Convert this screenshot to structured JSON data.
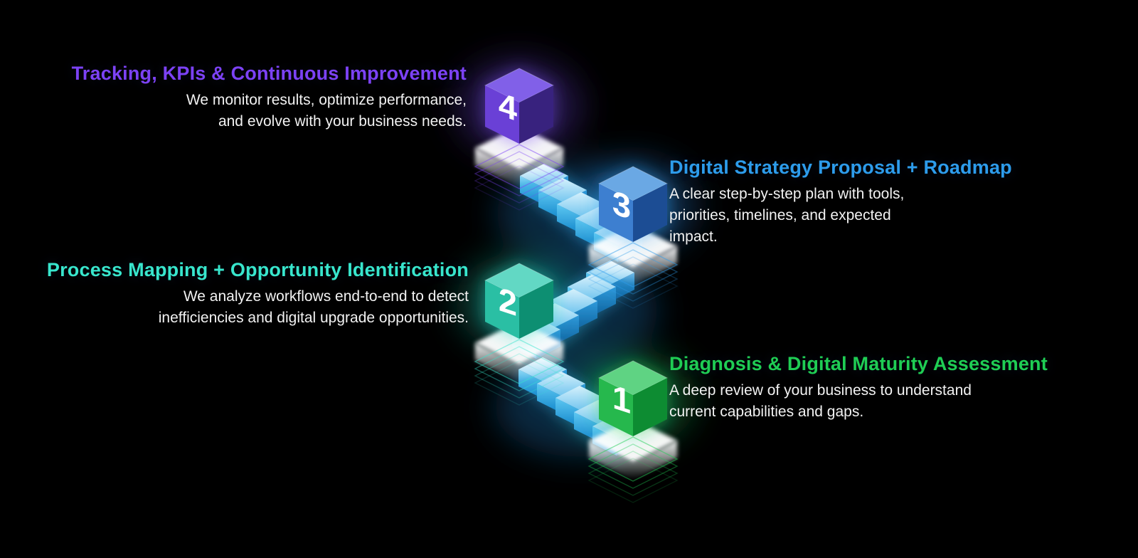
{
  "background_color": "#000000",
  "steps": [
    {
      "number": "4",
      "title": "Tracking, KPIs & Continuous Improvement",
      "description_lines": [
        "We monitor results, optimize performance,",
        "and evolve with your business needs."
      ],
      "accent_color": "#7c42f5",
      "cube_colors": {
        "top": "#8160e8",
        "left": "#6b41d6",
        "right": "#38227e"
      },
      "text_side": "left"
    },
    {
      "number": "3",
      "title": "Digital Strategy Proposal + Roadmap",
      "description_lines": [
        "A clear step-by-step plan with tools,",
        "priorities, timelines, and expected",
        "impact."
      ],
      "accent_color": "#2d9ceb",
      "cube_colors": {
        "top": "#6aa8e4",
        "left": "#3c7fd0",
        "right": "#1c4e94"
      },
      "text_side": "right"
    },
    {
      "number": "2",
      "title": "Process Mapping + Opportunity Identification",
      "description_lines": [
        "We analyze workflows end-to-end to detect",
        "inefficiencies and digital upgrade opportunities."
      ],
      "accent_color": "#38e6cd",
      "cube_colors": {
        "top": "#62d8c4",
        "left": "#2bbfa4",
        "right": "#0f8f72"
      },
      "text_side": "left"
    },
    {
      "number": "1",
      "title": "Diagnosis & Digital Maturity Assessment",
      "description_lines": [
        "A deep review of your business to understand",
        "current capabilities and gaps."
      ],
      "accent_color": "#1fcd54",
      "cube_colors": {
        "top": "#5fd383",
        "left": "#28b84e",
        "right": "#0f8c33"
      },
      "text_side": "right"
    }
  ],
  "illustration": {
    "stair_top_color": "#a9ddf6",
    "stair_front_color": "#2f9ada",
    "platform_color": "#ffffff",
    "body_text_color": "#f2f2f2"
  }
}
